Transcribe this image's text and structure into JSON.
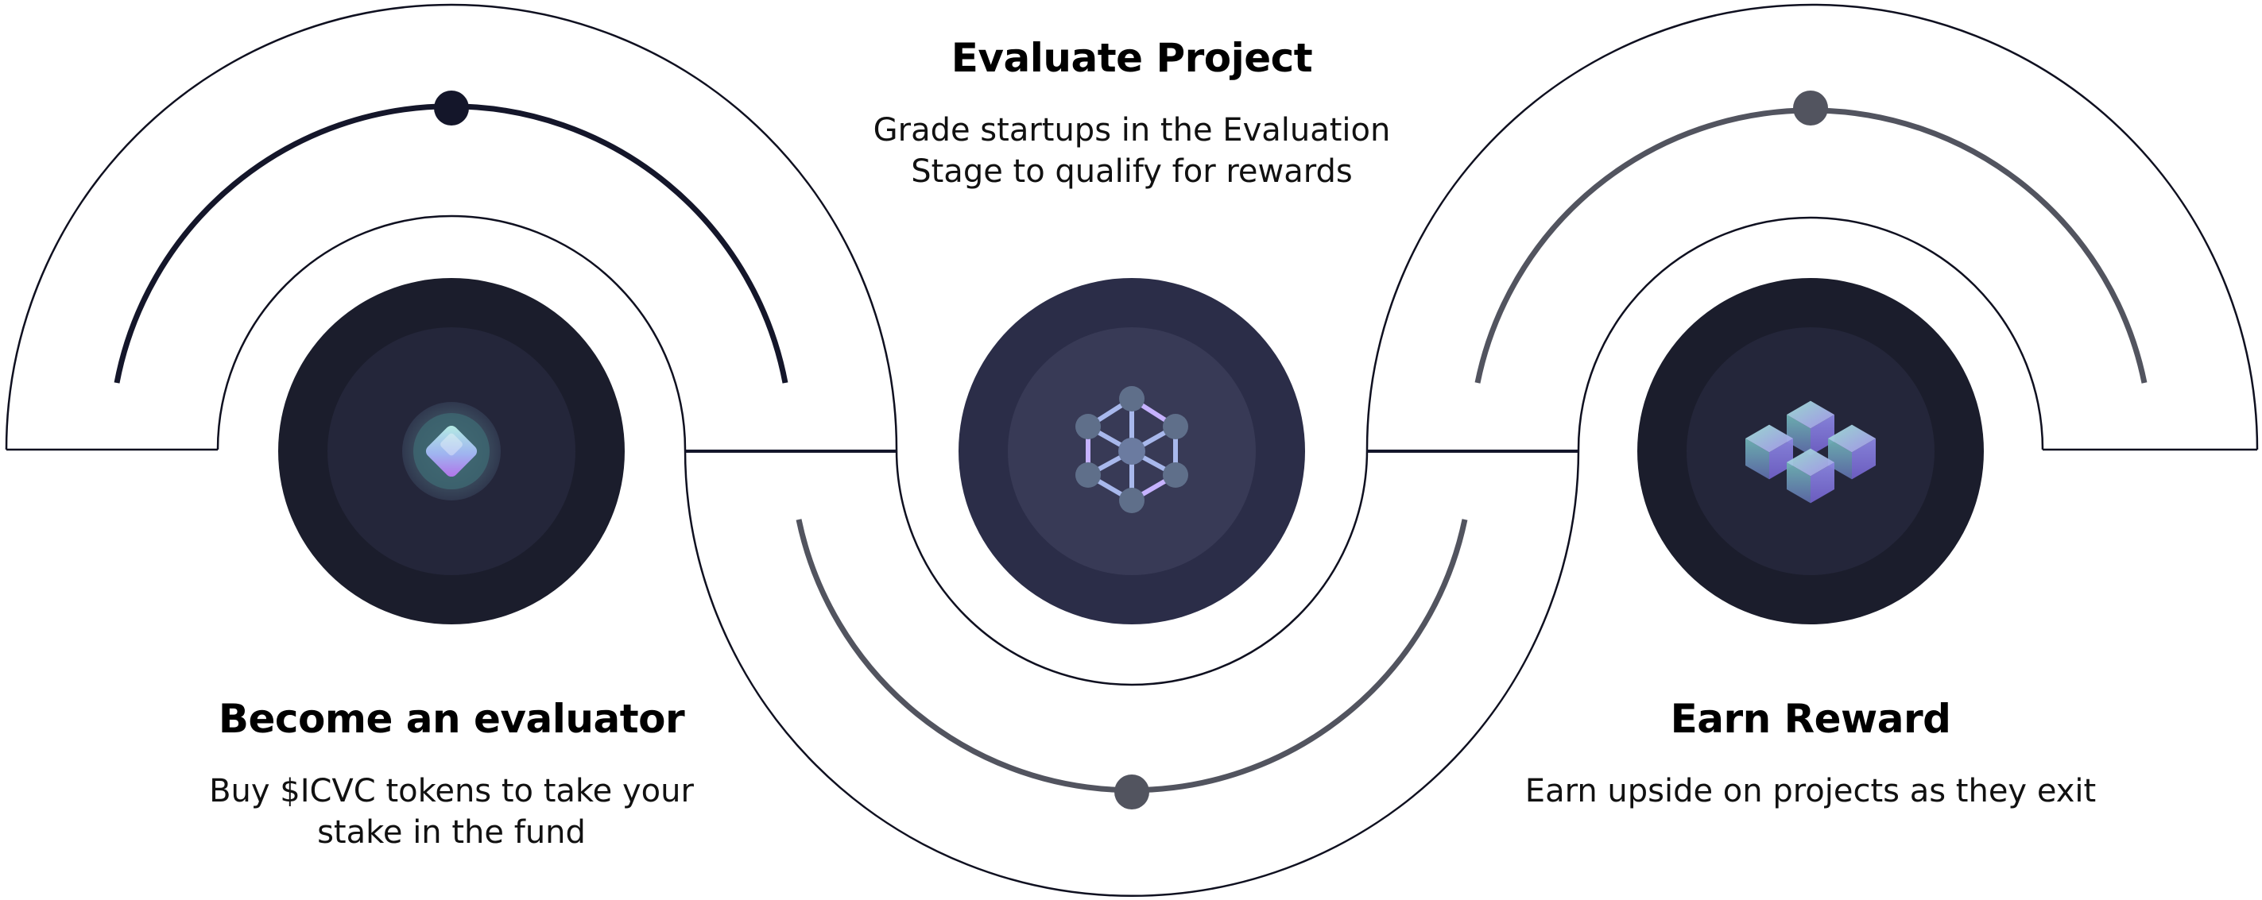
{
  "colors": {
    "background": "#ffffff",
    "outline": "#0f1020",
    "arc_dark": "#14162a",
    "arc_gray": "#52545f",
    "circle_outer_dark": "#1b1d2c",
    "circle_inner_dark": "#24263a",
    "circle_outer_navy": "#2b2d48",
    "circle_inner_navy": "#383a56",
    "icon_teal": "#8bd3c9",
    "icon_purple": "#a58cf0",
    "icon_blue": "#a8b8ec"
  },
  "steps": [
    {
      "id": "evaluator",
      "title": "Become an evaluator",
      "description_lines": [
        "Buy $ICVC tokens to take your",
        "stake in the fund"
      ],
      "icon": "diamond-token-icon"
    },
    {
      "id": "evaluate",
      "title": "Evaluate Project",
      "description_lines": [
        "Grade startups in the Evaluation",
        "Stage to qualify for rewards"
      ],
      "icon": "network-nodes-icon"
    },
    {
      "id": "reward",
      "title": "Earn Reward",
      "description_lines": [
        "Earn upside on projects as they exit"
      ],
      "icon": "stacked-cubes-icon"
    }
  ]
}
